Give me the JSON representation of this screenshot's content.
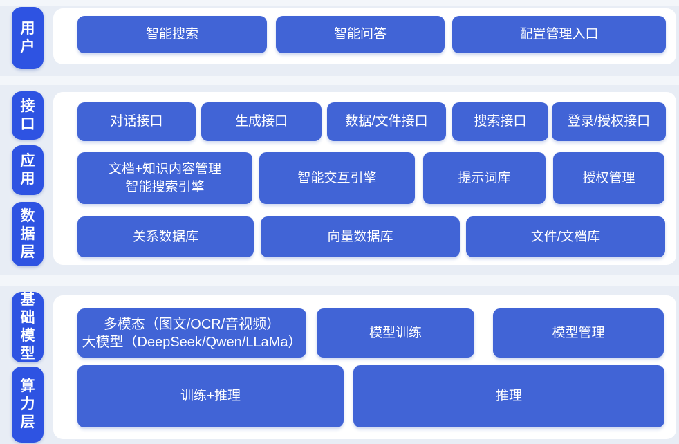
{
  "palette": {
    "band_bg": "#e8edf5",
    "page_bg": "#f3f6fa",
    "panel_bg": "#ffffff",
    "layer_label_blue": "#2e53e2",
    "node_blue": "#4164d6",
    "text_white": "#ffffff"
  },
  "layers": {
    "user": "用户",
    "interface": "接口",
    "application": "应用",
    "data": "数据层",
    "foundation": "基础模型",
    "compute": "算力层"
  },
  "rows": {
    "user": [
      "智能搜索",
      "智能问答",
      "配置管理入口"
    ],
    "interface": [
      "对话接口",
      "生成接口",
      "数据/文件接口",
      "搜索接口",
      "登录/授权接口"
    ],
    "application": [
      "文档+知识内容管理\n智能搜索引擎",
      "智能交互引擎",
      "提示词库",
      "授权管理"
    ],
    "data": [
      "关系数据库",
      "向量数据库",
      "文件/文档库"
    ],
    "foundation": [
      "多模态（图文/OCR/音视频）\n大模型（DeepSeek/Qwen/LLaMa）",
      "模型训练",
      "模型管理"
    ],
    "compute": [
      "训练+推理",
      "推理"
    ]
  }
}
